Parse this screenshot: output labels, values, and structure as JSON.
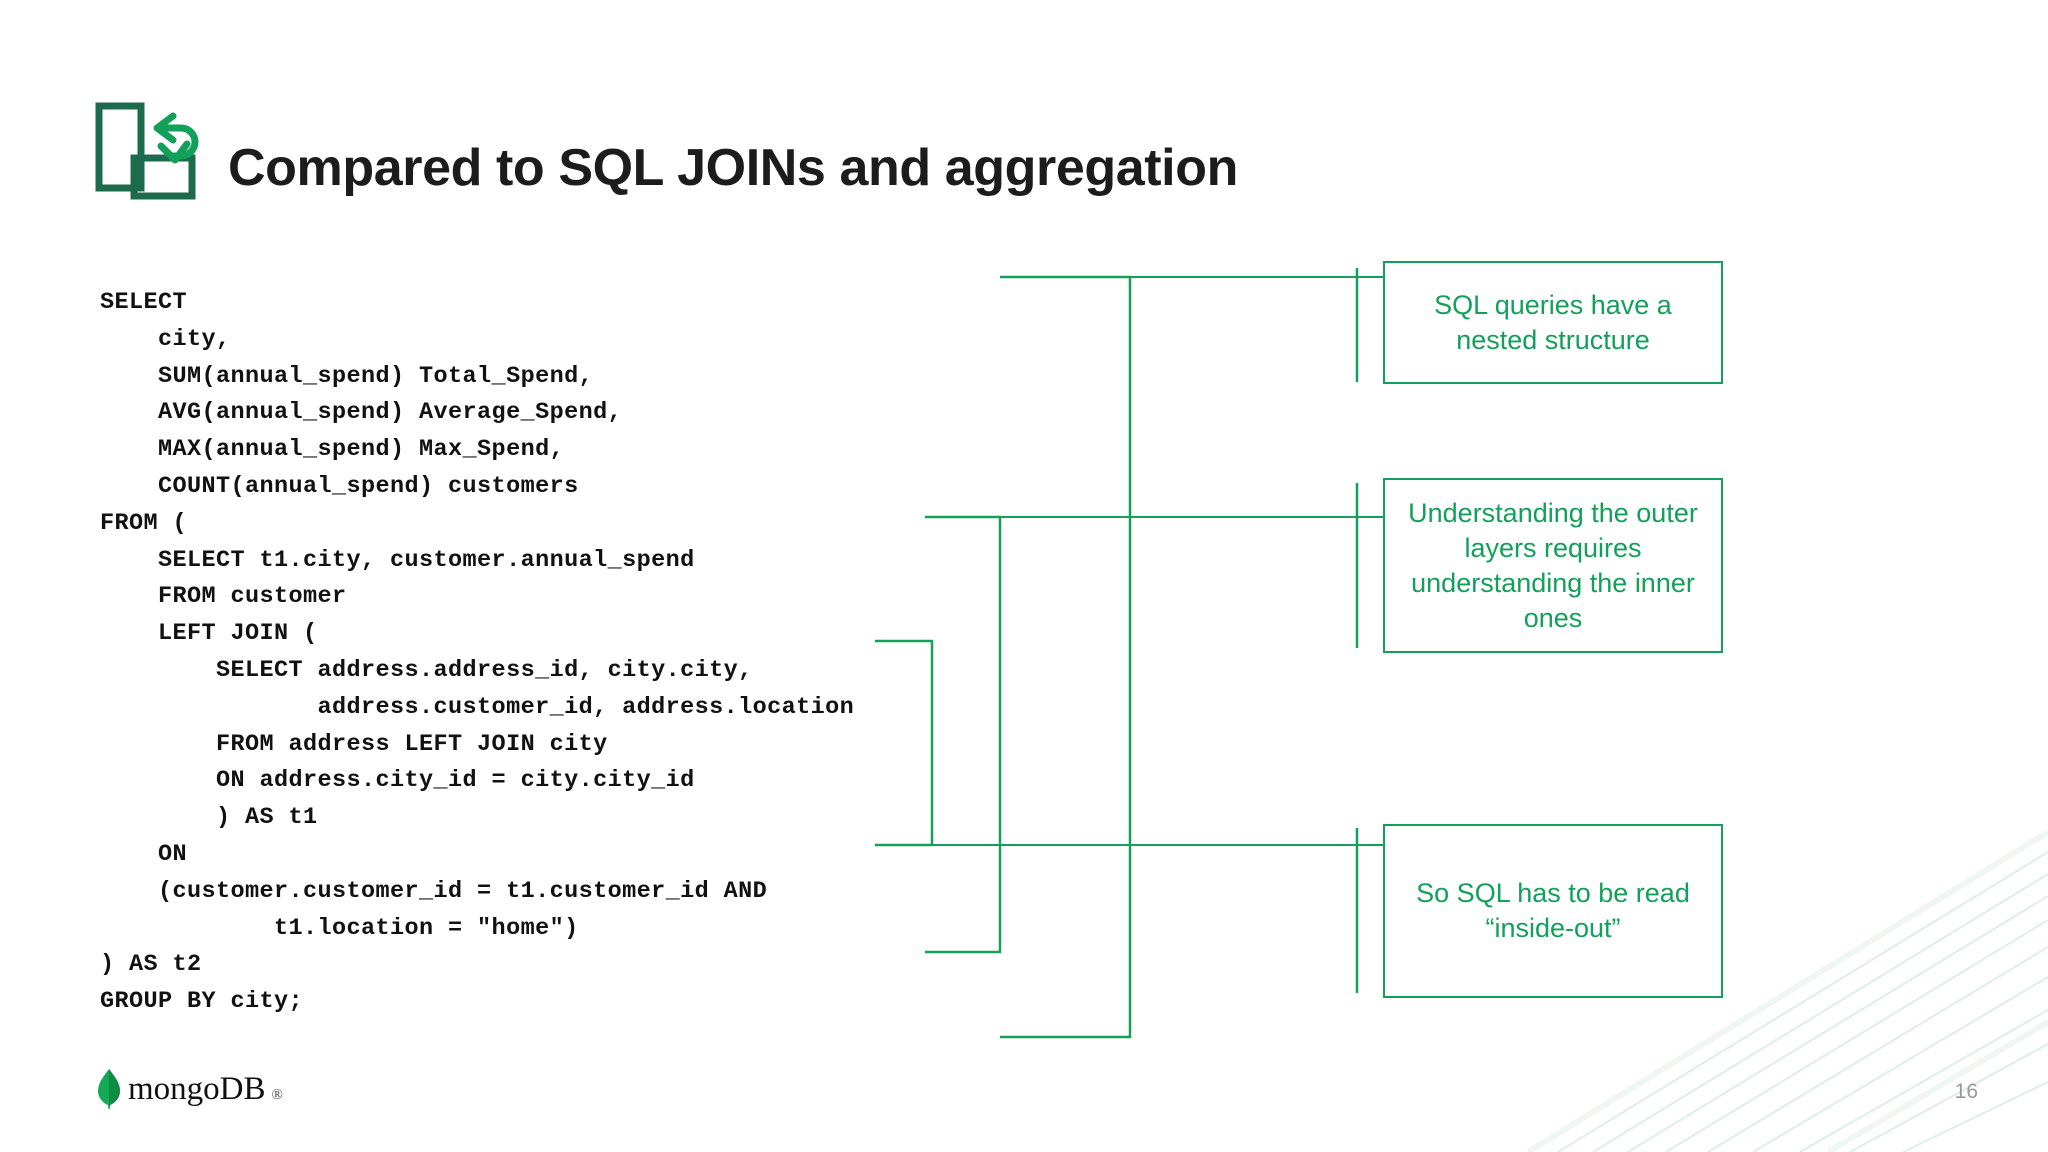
{
  "slide": {
    "title": "Compared to SQL JOINs and aggregation",
    "page_number": "16",
    "background_color": "#ffffff",
    "title_color": "#1c1c1c",
    "accent_green": "#13a05b",
    "dark_green": "#1d6b4d",
    "logo": {
      "name": "mongoDB",
      "trademark": "®",
      "leaf_color": "#13aa52"
    },
    "header_icon": {
      "name": "nested-swap-icon",
      "rect_color": "#1d6b4d",
      "arrow_color": "#13a05b"
    }
  },
  "code": {
    "language": "sql",
    "lines": [
      "SELECT",
      "    city,",
      "    SUM(annual_spend) Total_Spend,",
      "    AVG(annual_spend) Average_Spend,",
      "    MAX(annual_spend) Max_Spend,",
      "    COUNT(annual_spend) customers",
      "FROM (",
      "    SELECT t1.city, customer.annual_spend",
      "    FROM customer",
      "    LEFT JOIN (",
      "        SELECT address.address_id, city.city,",
      "               address.customer_id, address.location",
      "        FROM address LEFT JOIN city",
      "        ON address.city_id = city.city_id",
      "        ) AS t1",
      "    ON",
      "    (customer.customer_id = t1.customer_id AND",
      "            t1.location = \"home\")",
      ") AS t2",
      "GROUP BY city;"
    ]
  },
  "callouts": [
    {
      "id": "callout-0",
      "text": "SQL queries have a nested structure"
    },
    {
      "id": "callout-1",
      "text": "Understanding the outer layers requires understanding the inner ones"
    },
    {
      "id": "callout-2",
      "text": "So SQL has to be read “inside-out”"
    }
  ]
}
